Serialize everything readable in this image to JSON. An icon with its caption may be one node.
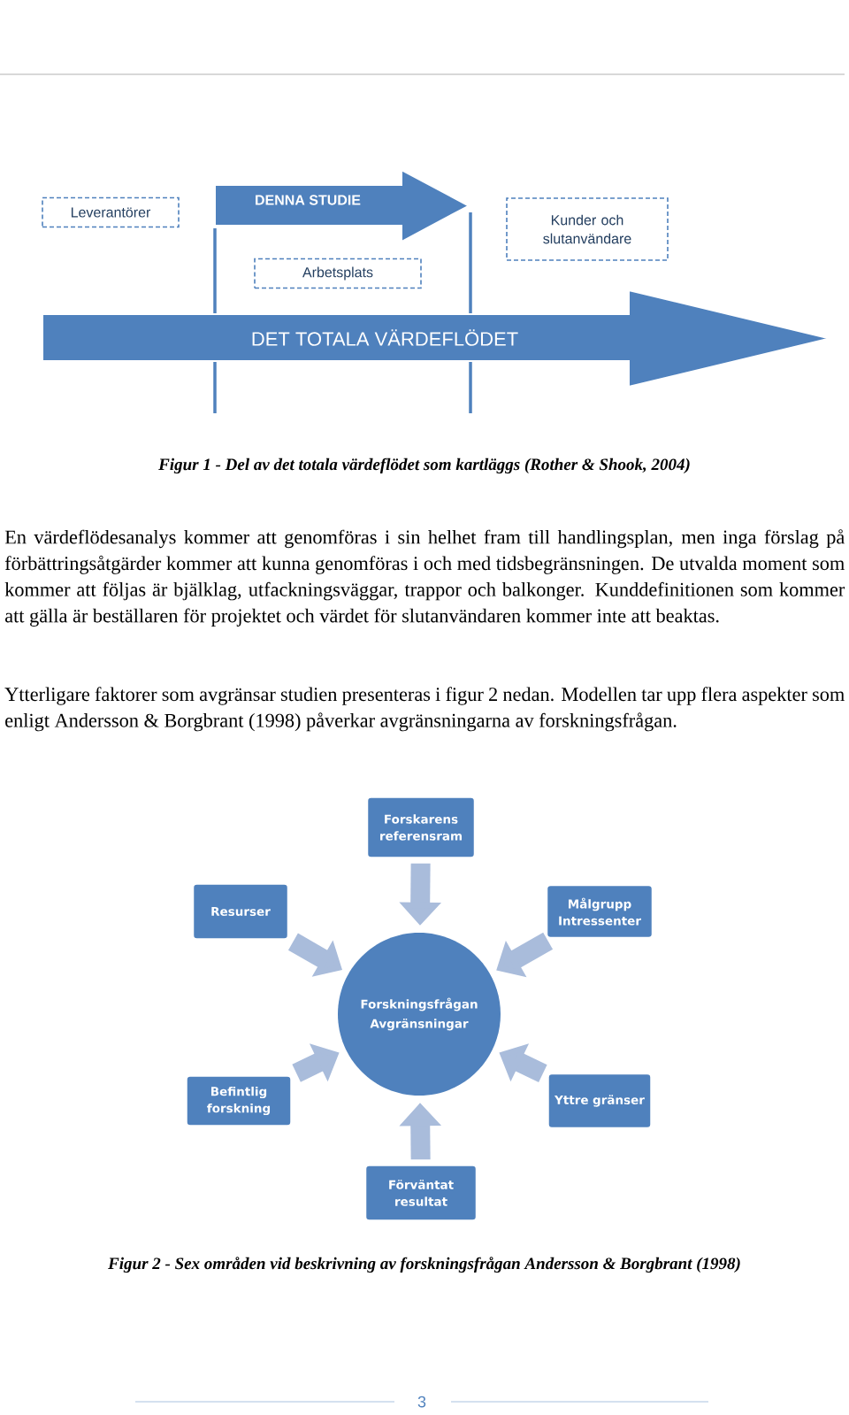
{
  "diagram": {
    "nodes": [
      {
        "text": [
          "Leverantörer"
        ]
      },
      {
        "text": [
          "DENNA STUDIE"
        ]
      },
      {
        "text": [
          "Arbetsplats"
        ]
      },
      {
        "text": [
          "Kunder och slutanvändare"
        ]
      },
      {
        "text": [
          "DET TOTALA VÄRDEFLÖDET"
        ]
      },
      {
        "text": [
          "Forskarens referensram"
        ]
      },
      {
        "text": [
          "Resurser"
        ]
      },
      {
        "text": [
          "Målgrupp Intressenter"
        ]
      },
      {
        "text": [
          "Forskningsfrågan",
          "Avgränsningar"
        ]
      },
      {
        "text": [
          "Befintlig forskning"
        ]
      },
      {
        "text": [
          "Yttre gränser"
        ]
      },
      {
        "text": [
          "Förväntat resultat"
        ]
      }
    ],
    "edges": [
      {
        "from": 5,
        "to": 8,
        "arrow": "to"
      },
      {
        "from": 6,
        "to": 8,
        "arrow": "to"
      },
      {
        "from": 7,
        "to": 8,
        "arrow": "to"
      },
      {
        "from": 9,
        "to": 8,
        "arrow": "to"
      },
      {
        "from": 10,
        "to": 8,
        "arrow": "to"
      },
      {
        "from": 11,
        "to": 8,
        "arrow": "to"
      }
    ],
    "labels": [
      "Figur 1 - Del av det totala värdeflödet som kartläggs (Rother & Shook, 2004)",
      "En värdeflödesanalys kommer att genomföras i sin helhet fram till handlingsplan, men inga förslag på förbättringsåtgärder kommer att kunna genomföras i och med tidsbegränsningen. De utvalda moment som kommer att följas är bjälklag, utfackningsväggar, trappor och balkonger. Kunddefinitionen som kommer att gälla är beställaren för projektet och värdet för slutanvändaren kommer inte att beaktas.",
      "Ytterligare faktorer som avgränsar studien presenteras i figur 2 nedan. Modellen tar upp flera aspekter som enligt Andersson & Borgbrant (1998) påverkar avgränsningarna av forskningsfrågan.",
      "Figur 2 - Sex områden vid beskrivning av forskningsfrågan Andersson & Borgbrant (1998)",
      "3"
    ]
  }
}
